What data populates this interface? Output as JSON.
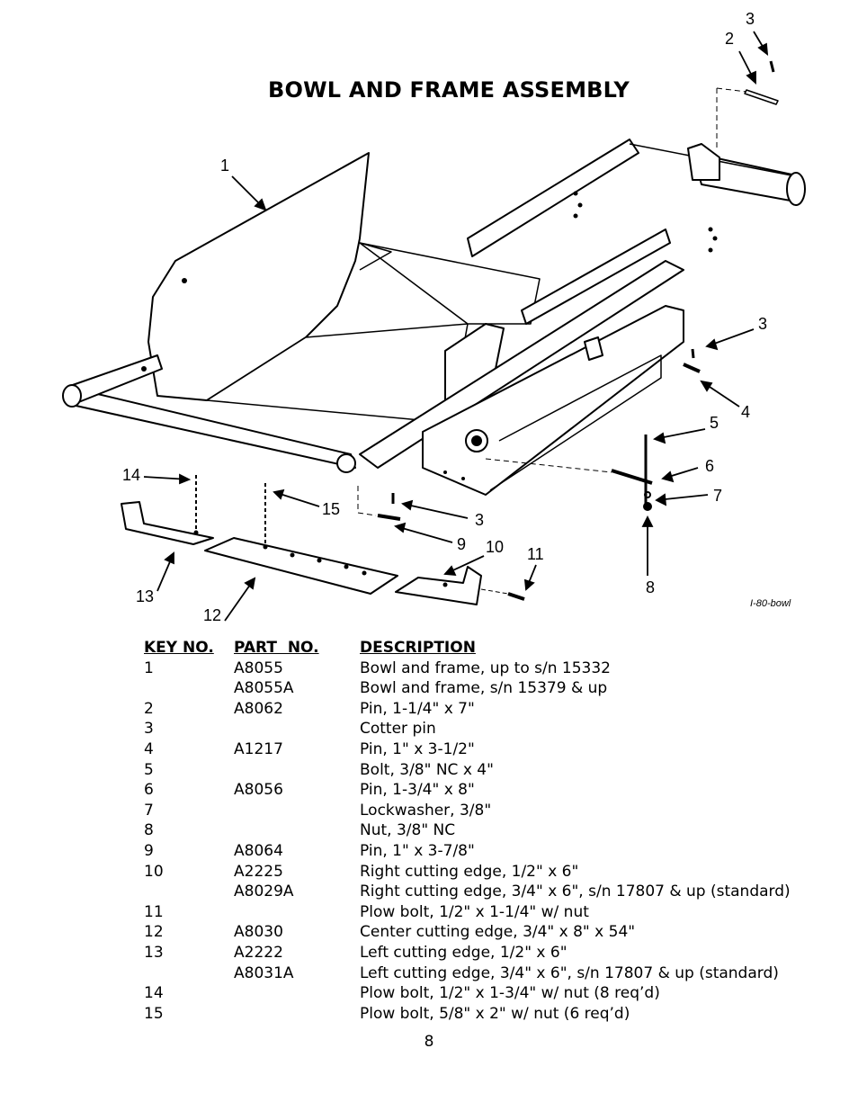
{
  "title": "BOWL AND FRAME ASSEMBLY",
  "figure_ref": "I-80-bowl",
  "callouts": [
    "1",
    "2",
    "3",
    "3",
    "3",
    "4",
    "5",
    "6",
    "7",
    "8",
    "9",
    "10",
    "11",
    "12",
    "13",
    "14",
    "15"
  ],
  "table": {
    "headers": [
      "KEY NO.",
      "PART  NO.",
      "DESCRIPTION"
    ],
    "rows": [
      [
        "1",
        "A8055",
        "Bowl and frame, up to s/n 15332"
      ],
      [
        "",
        "A8055A",
        "Bowl and frame, s/n 15379 & up"
      ],
      [
        "2",
        "A8062",
        "Pin, 1-1/4\" x 7\""
      ],
      [
        "3",
        "",
        "Cotter pin"
      ],
      [
        "4",
        "A1217",
        "Pin, 1\" x 3-1/2\""
      ],
      [
        "5",
        "",
        "Bolt, 3/8\" NC x 4\""
      ],
      [
        "6",
        "A8056",
        "Pin, 1-3/4\" x 8\""
      ],
      [
        "7",
        "",
        "Lockwasher, 3/8\""
      ],
      [
        "8",
        "",
        "Nut, 3/8\" NC"
      ],
      [
        "9",
        "A8064",
        "Pin, 1\" x 3-7/8\""
      ],
      [
        "10",
        "A2225",
        "Right cutting edge, 1/2\" x 6\""
      ],
      [
        "",
        "A8029A",
        "Right cutting edge, 3/4\" x 6\", s/n 17807 & up (standard)"
      ],
      [
        "11",
        "",
        "Plow bolt, 1/2\" x 1-1/4\" w/ nut"
      ],
      [
        "12",
        "A8030",
        "Center cutting edge, 3/4\" x 8\" x 54\""
      ],
      [
        "13",
        "A2222",
        "Left cutting edge, 1/2\" x 6\""
      ],
      [
        "",
        "A8031A",
        "Left cutting edge, 3/4\" x 6\", s/n 17807 & up (standard)"
      ],
      [
        "14",
        "",
        "Plow bolt, 1/2\" x 1-3/4\" w/ nut (8 req’d)"
      ],
      [
        "15",
        "",
        "Plow bolt, 5/8\" x 2\" w/ nut (6 req’d)"
      ]
    ]
  },
  "page_number": "8"
}
